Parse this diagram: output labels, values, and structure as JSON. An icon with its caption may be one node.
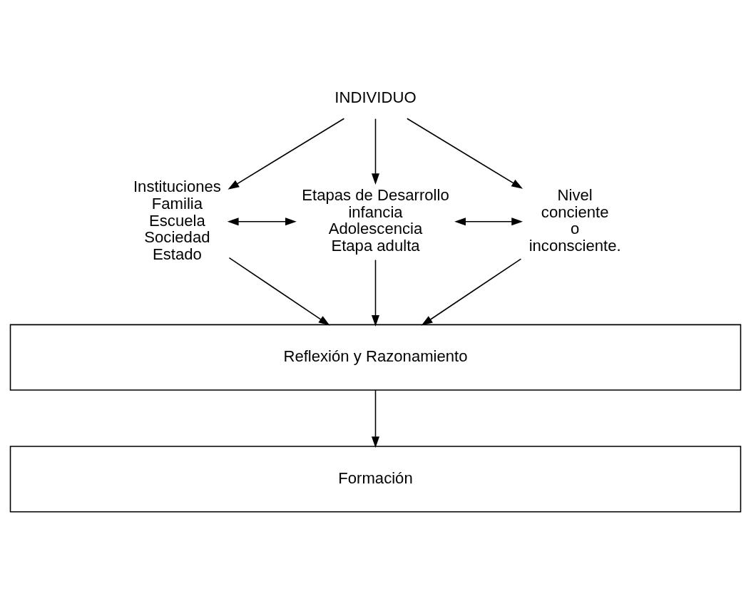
{
  "diagram": {
    "nodes": [
      {
        "text": [
          "INDIVIDUO"
        ]
      },
      {
        "text": [
          "Instituciones",
          "Familia",
          "Escuela",
          "Sociedad",
          "Estado"
        ]
      },
      {
        "text": [
          "Etapas de Desarrollo",
          "infancia",
          "Adolescencia",
          "Etapa adulta"
        ]
      },
      {
        "text": [
          "Nivel",
          "conciente",
          "o",
          "inconsciente."
        ]
      },
      {
        "text": [
          "Reflexión y Razonamiento"
        ]
      },
      {
        "text": [
          "Formación"
        ]
      }
    ],
    "edges": [
      {
        "from": 0,
        "to": 1,
        "arrow": "to"
      },
      {
        "from": 0,
        "to": 2,
        "arrow": "to"
      },
      {
        "from": 0,
        "to": 3,
        "arrow": "to"
      },
      {
        "from": 1,
        "to": 2,
        "arrow": "both"
      },
      {
        "from": 2,
        "to": 3,
        "arrow": "both"
      },
      {
        "from": 1,
        "to": 4,
        "arrow": "to"
      },
      {
        "from": 2,
        "to": 4,
        "arrow": "to"
      },
      {
        "from": 3,
        "to": 4,
        "arrow": "to"
      },
      {
        "from": 4,
        "to": 5,
        "arrow": "to"
      }
    ]
  }
}
